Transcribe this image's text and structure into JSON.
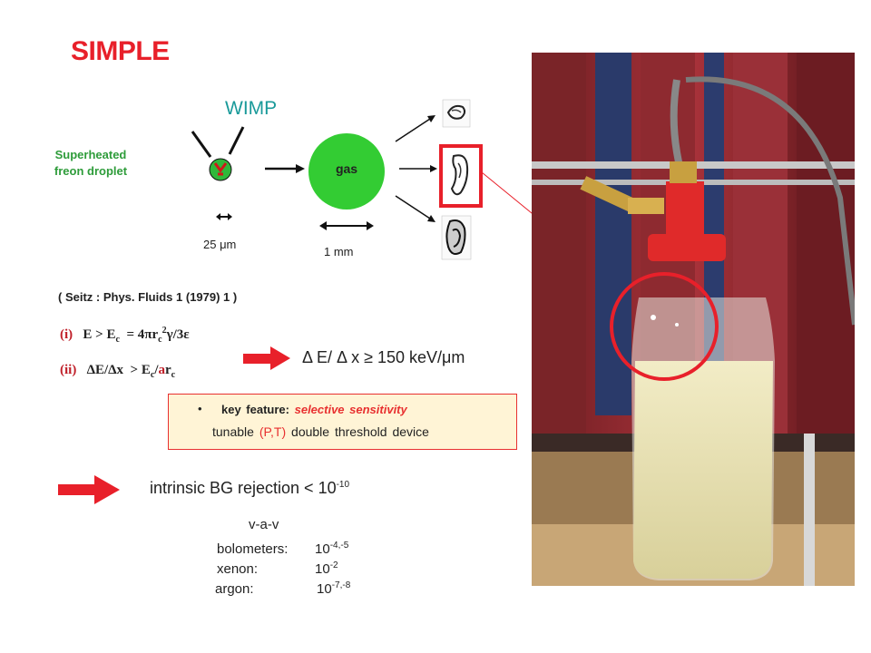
{
  "title": "SIMPLE",
  "diagram": {
    "wimp_label": "WIMP",
    "droplet_label_line1": "Superheated",
    "droplet_label_line2": "freon droplet",
    "gas_label": "gas",
    "size_droplet": "25 μm",
    "size_bubble": "1 mm"
  },
  "reference": "( Seitz : Phys. Fluids 1 (1979) 1 )",
  "conditions": {
    "c1_num": "(i)",
    "c2_num": "(ii)",
    "result": "Δ E/ Δ x ≥ 150 keV/μm"
  },
  "key_feature": {
    "bullet": "•",
    "prefix": "key feature:",
    "highlight": "selective sensitivity",
    "line2_a": "tunable",
    "line2_pt": "(P,T)",
    "line2_b": "double threshold device"
  },
  "rejection": {
    "text": "intrinsic BG rejection < 10",
    "exp": "-10",
    "vav": "v-a-v",
    "rows": [
      {
        "name": "bolometers:",
        "base": "10",
        "exp": "-4,-5"
      },
      {
        "name": "xenon:",
        "base": "10",
        "exp": "-2"
      },
      {
        "name": "argon:",
        "base": "10",
        "exp": "-7,-8"
      }
    ]
  },
  "colors": {
    "title": "#e8202a",
    "accent_red": "#e8202a",
    "wimp": "#1a9a9a",
    "droplet_label": "#2e9c3a",
    "gas": "#33cc33",
    "box_bg": "#fff4d6"
  }
}
